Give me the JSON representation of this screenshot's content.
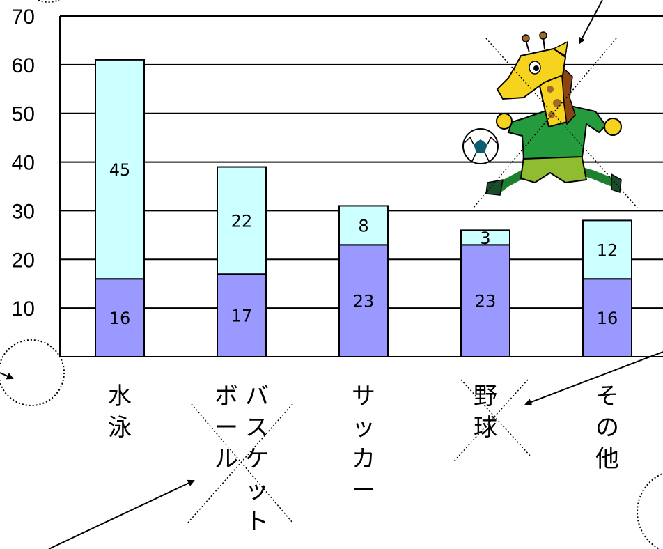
{
  "chart_data": {
    "type": "bar",
    "stacked": true,
    "categories": [
      "水泳",
      "バスケットボール",
      "サッカー",
      "野球",
      "その他"
    ],
    "category_columns": [
      [
        "水泳"
      ],
      [
        "バスケット",
        "ボール"
      ],
      [
        "サッカー"
      ],
      [
        "野球"
      ],
      [
        "その他"
      ]
    ],
    "series": [
      {
        "values": [
          16,
          17,
          23,
          23,
          16
        ],
        "color": "#9999ff"
      },
      {
        "values": [
          45,
          22,
          8,
          3,
          12
        ],
        "color": "#ccffff"
      }
    ],
    "ylim": [
      0,
      70
    ],
    "yticks": [
      10,
      20,
      30,
      40,
      50,
      60,
      70
    ],
    "grid": true,
    "legend": "none",
    "mascot": "giraffe-soccer-player-illustration"
  }
}
